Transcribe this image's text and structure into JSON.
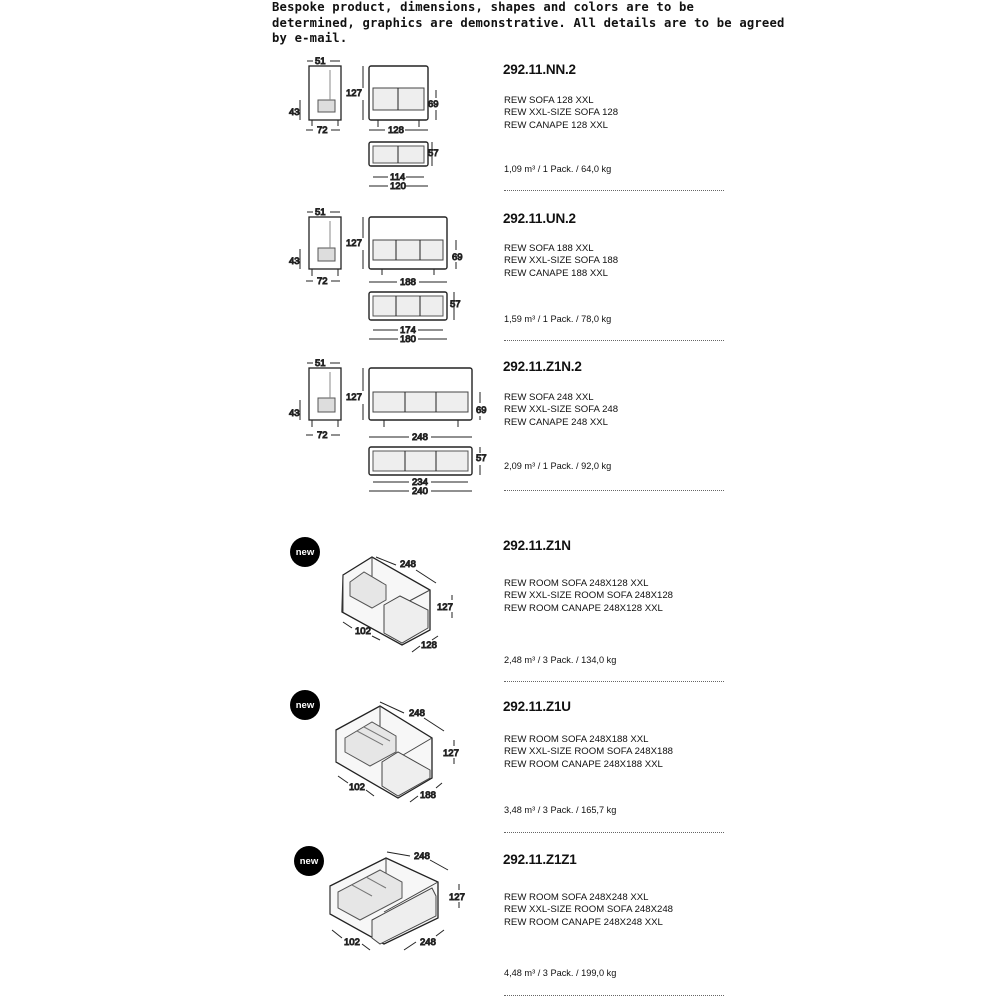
{
  "disclaimer": {
    "line1": "Bespoke product, dimensions, shapes and colors are to be",
    "line2": "determined, graphics are demonstrative. All details are to be agreed",
    "line3": "by e-mail."
  },
  "products": [
    {
      "code": "292.11.NN.2",
      "names": [
        "REW SOFA 128 XXL",
        "REW XXL-SIZE SOFA 128",
        "REW CANAPE 128 XXL"
      ],
      "pack": "1,09 m³ / 1 Pack. / 64,0 kg",
      "dims": {
        "side_depth": "51",
        "height": "127",
        "seat": "43",
        "base": "72",
        "width": "128",
        "arm": "69",
        "depth": "57",
        "inner": "114",
        "outer": "120"
      }
    },
    {
      "code": "292.11.UN.2",
      "names": [
        "REW SOFA 188 XXL",
        "REW XXL-SIZE SOFA 188",
        "REW CANAPE 188 XXL"
      ],
      "pack": "1,59 m³ / 1 Pack. / 78,0 kg",
      "dims": {
        "side_depth": "51",
        "height": "127",
        "seat": "43",
        "base": "72",
        "width": "188",
        "arm": "69",
        "depth": "57",
        "inner": "174",
        "outer": "180"
      }
    },
    {
      "code": "292.11.Z1N.2",
      "names": [
        "REW SOFA 248 XXL",
        "REW XXL-SIZE SOFA 248",
        "REW CANAPE 248 XXL"
      ],
      "pack": "2,09 m³ / 1 Pack. / 92,0 kg",
      "dims": {
        "side_depth": "51",
        "height": "127",
        "seat": "43",
        "base": "72",
        "width": "248",
        "arm": "69",
        "depth": "57",
        "inner": "234",
        "outer": "240"
      }
    },
    {
      "code": "292.11.Z1N",
      "badge": "new",
      "names": [
        "REW ROOM SOFA 248X128 XXL",
        "REW XXL-SIZE ROOM SOFA 248X128",
        "REW ROOM CANAPE 248X128 XXL"
      ],
      "pack": "2,48 m³ / 3 Pack. / 134,0 kg",
      "dims": {
        "length": "248",
        "height": "127",
        "depth": "102",
        "width": "128"
      }
    },
    {
      "code": "292.11.Z1U",
      "badge": "new",
      "names": [
        "REW ROOM SOFA 248X188 XXL",
        "REW XXL-SIZE ROOM SOFA 248X188",
        "REW ROOM CANAPE 248X188 XXL"
      ],
      "pack": "3,48 m³ / 3 Pack. / 165,7 kg",
      "dims": {
        "length": "248",
        "height": "127",
        "depth": "102",
        "width": "188"
      }
    },
    {
      "code": "292.11.Z1Z1",
      "badge": "new",
      "names": [
        "REW ROOM SOFA 248X248 XXL",
        "REW XXL-SIZE ROOM SOFA 248X248",
        "REW ROOM CANAPE 248X248 XXL"
      ],
      "pack": "4,48 m³ / 3 Pack. / 199,0 kg",
      "dims": {
        "length": "248",
        "height": "127",
        "depth": "102",
        "width": "248"
      }
    }
  ]
}
